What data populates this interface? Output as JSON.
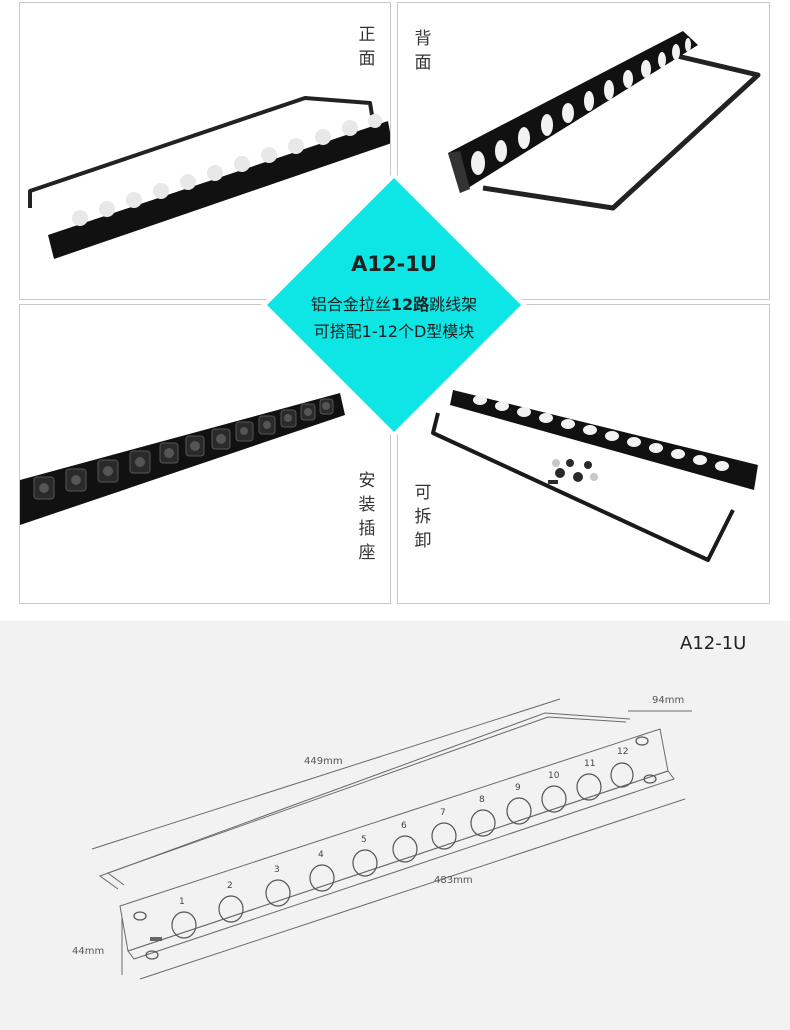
{
  "panels": {
    "front": {
      "label": "正面"
    },
    "back": {
      "label": "背面"
    },
    "installed": {
      "label": "安装插座"
    },
    "removable": {
      "label": "可拆卸"
    }
  },
  "center": {
    "model": "A12-1U",
    "line1_prefix": "铝合金拉丝",
    "line1_bold": "12路",
    "line1_suffix": "跳线架",
    "line2": "可搭配1-12个D型模块",
    "accent_color": "#0ee6e6"
  },
  "drawing": {
    "title": "A12-1U",
    "dim_depth": "94mm",
    "dim_inner_width": "449mm",
    "dim_outer_width": "483mm",
    "dim_height": "44mm",
    "port_numbers": [
      "1",
      "2",
      "3",
      "4",
      "5",
      "6",
      "7",
      "8",
      "9",
      "10",
      "11",
      "12"
    ]
  }
}
